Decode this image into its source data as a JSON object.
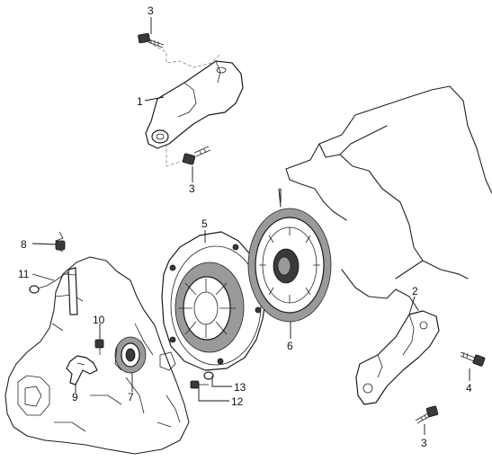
{
  "callouts": [
    {
      "id": "c3a",
      "text": "3"
    },
    {
      "id": "c1",
      "text": "1"
    },
    {
      "id": "c3b",
      "text": "3"
    },
    {
      "id": "c5",
      "text": "5"
    },
    {
      "id": "c8",
      "text": "8"
    },
    {
      "id": "c11",
      "text": "11"
    },
    {
      "id": "c10",
      "text": "10"
    },
    {
      "id": "c9",
      "text": "9"
    },
    {
      "id": "c7",
      "text": "7"
    },
    {
      "id": "c13",
      "text": "13"
    },
    {
      "id": "c12",
      "text": "12"
    },
    {
      "id": "c6",
      "text": "6"
    },
    {
      "id": "c2",
      "text": "2"
    },
    {
      "id": "c4",
      "text": "4"
    },
    {
      "id": "c3c",
      "text": "3"
    }
  ]
}
